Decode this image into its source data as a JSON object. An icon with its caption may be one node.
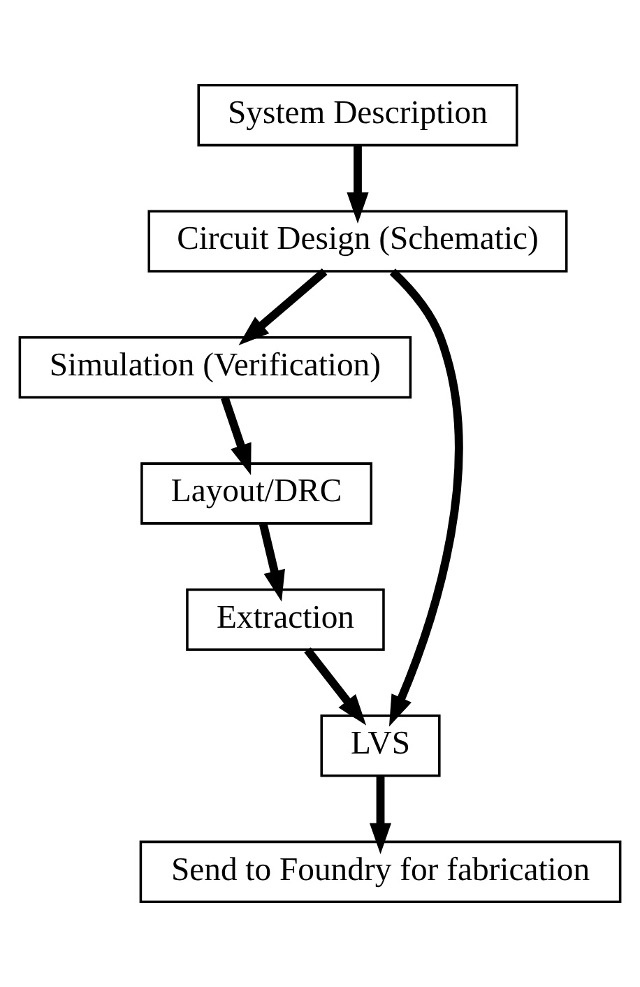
{
  "diagram": {
    "nodes": [
      {
        "text": [
          "System Description"
        ]
      },
      {
        "text": [
          "Circuit Design (Schematic)"
        ]
      },
      {
        "text": [
          "Simulation (Verification)"
        ]
      },
      {
        "text": [
          "Layout/DRC"
        ]
      },
      {
        "text": [
          "Extraction"
        ]
      },
      {
        "text": [
          "LVS"
        ]
      },
      {
        "text": [
          "Send to Foundry for fabrication"
        ]
      }
    ],
    "edges": [
      {
        "from": 0,
        "to": 1,
        "arrow": "to"
      },
      {
        "from": 1,
        "to": 2,
        "arrow": "to"
      },
      {
        "from": 2,
        "to": 3,
        "arrow": "to"
      },
      {
        "from": 3,
        "to": 4,
        "arrow": "to"
      },
      {
        "from": 4,
        "to": 5,
        "arrow": "to"
      },
      {
        "from": 1,
        "to": 5,
        "arrow": "to"
      },
      {
        "from": 5,
        "to": 6,
        "arrow": "to"
      }
    ]
  }
}
